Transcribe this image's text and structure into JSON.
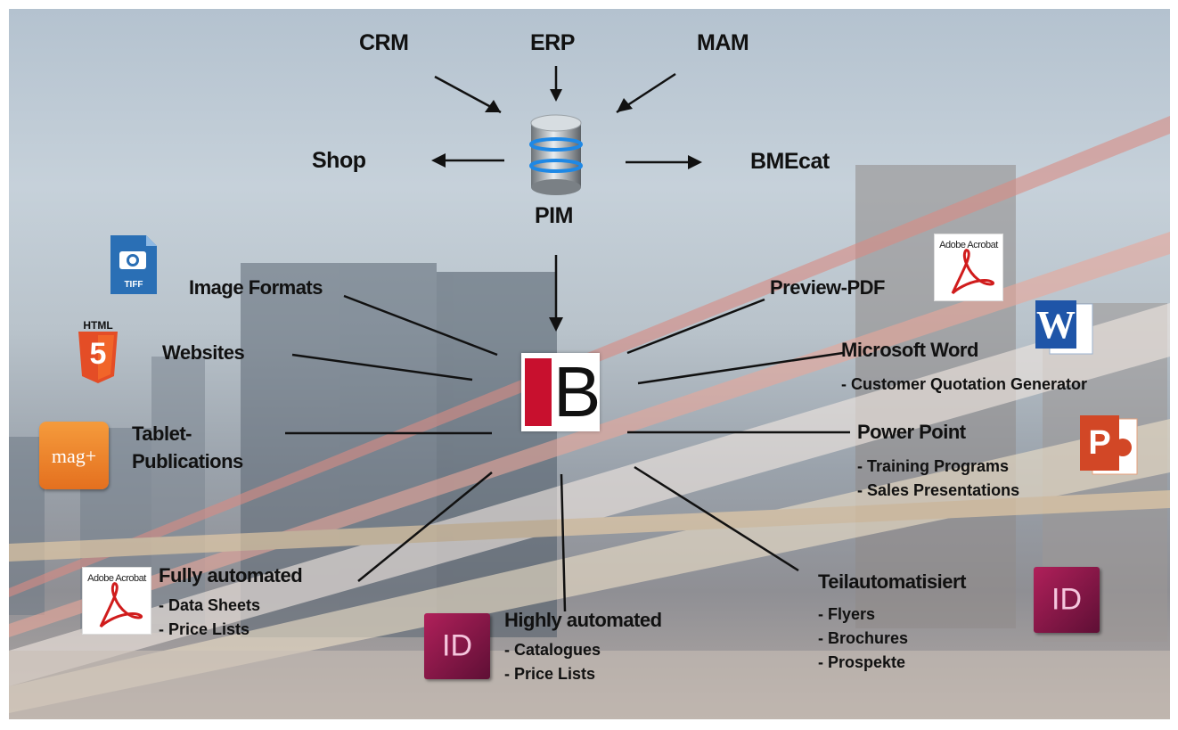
{
  "diagram": {
    "sources": [
      "CRM",
      "ERP",
      "MAM"
    ],
    "shop": "Shop",
    "bmecat": "BMEcat",
    "pim": "PIM",
    "hub_logo": {
      "mark": "B"
    },
    "outputs": {
      "image_formats": "Image Formats",
      "websites": "Websites",
      "tablet": [
        "Tablet-",
        "Publications"
      ],
      "preview_pdf": "Preview-PDF",
      "word": {
        "title": "Microsoft Word",
        "items": [
          "- Customer Quotation Generator"
        ]
      },
      "powerpoint": {
        "title": "Power Point",
        "items": [
          "- Training Programs",
          "- Sales Presentations"
        ]
      },
      "fully": {
        "title": "Fully automated",
        "items": [
          "- Data Sheets",
          "- Price Lists"
        ]
      },
      "highly": {
        "title": "Highly automated",
        "items": [
          "- Catalogues",
          "- Price Lists"
        ]
      },
      "teil": {
        "title": "Teilautomatisiert",
        "items": [
          "- Flyers",
          "- Brochures",
          "- Prospekte"
        ]
      }
    },
    "icons": {
      "tiff": "TIFF",
      "html5": "HTML",
      "html5_num": "5",
      "mag": "mag+",
      "acrobat": "Adobe Acrobat",
      "word": "W",
      "powerpoint": "P",
      "indesign": "ID"
    }
  }
}
